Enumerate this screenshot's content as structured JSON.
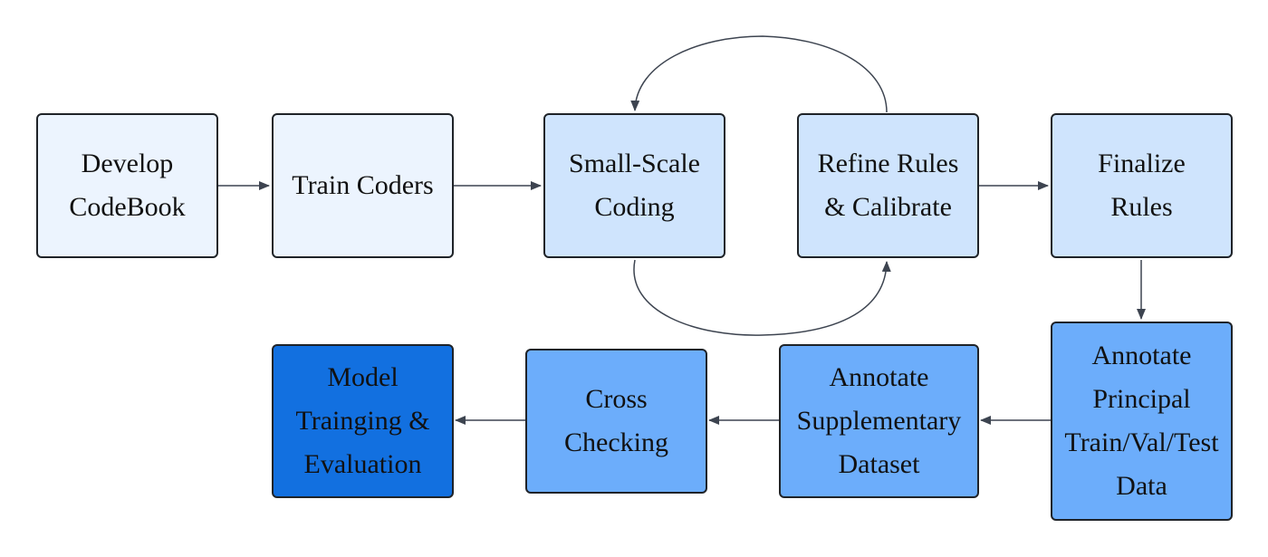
{
  "nodes": {
    "develop_codebook": {
      "label": "Develop\nCodeBook",
      "fill": "#ecf4fe"
    },
    "train_coders": {
      "label": "Train Coders",
      "fill": "#ecf4fe"
    },
    "small_scale_coding": {
      "label": "Small-Scale\nCoding",
      "fill": "#cfe4fd"
    },
    "refine_rules": {
      "label": "Refine Rules\n& Calibrate",
      "fill": "#cfe4fd"
    },
    "finalize_rules": {
      "label": "Finalize\nRules",
      "fill": "#cfe4fd"
    },
    "annotate_principal": {
      "label": "Annotate\nPrincipal\nTrain/Val/Test\nData",
      "fill": "#6cadfb"
    },
    "annotate_supplementary": {
      "label": "Annotate\nSupplementary\nDataset",
      "fill": "#6cadfb"
    },
    "cross_checking": {
      "label": "Cross\nChecking",
      "fill": "#6cadfb"
    },
    "model_training": {
      "label": "Model\nTrainging &\nEvaluation",
      "fill": "#1270e0"
    }
  },
  "edges": [
    {
      "from": "develop_codebook",
      "to": "train_coders"
    },
    {
      "from": "train_coders",
      "to": "small_scale_coding"
    },
    {
      "from": "small_scale_coding",
      "to": "refine_rules"
    },
    {
      "from": "refine_rules",
      "to": "small_scale_coding"
    },
    {
      "from": "refine_rules",
      "to": "finalize_rules"
    },
    {
      "from": "finalize_rules",
      "to": "annotate_principal"
    },
    {
      "from": "annotate_principal",
      "to": "annotate_supplementary"
    },
    {
      "from": "annotate_supplementary",
      "to": "cross_checking"
    },
    {
      "from": "cross_checking",
      "to": "model_training"
    }
  ],
  "colors": {
    "edge": "#3d4450",
    "border": "#1f2328"
  }
}
